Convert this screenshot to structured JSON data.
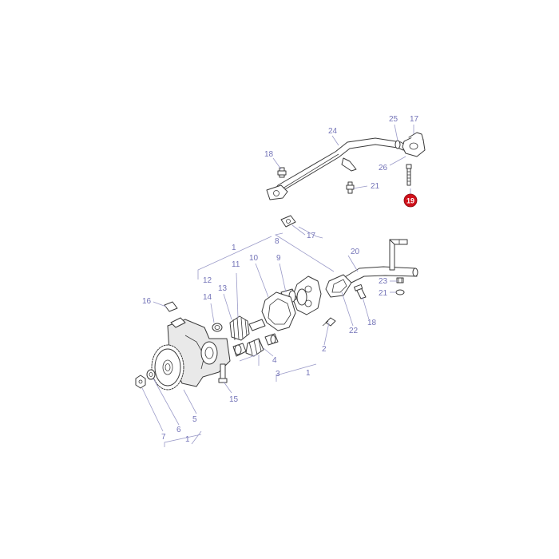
{
  "colors": {
    "label": "#7474b8",
    "leader": "#9a9ac8",
    "highlight": "#d0101a",
    "line": "#3a3a3a"
  },
  "callouts": {
    "c1_top": "1",
    "c1_mid": "1",
    "c1_bottom": "1",
    "c2": "2",
    "c3": "3",
    "c4": "4",
    "c5": "5",
    "c6": "6",
    "c7": "7",
    "c8": "8",
    "c9": "9",
    "c10": "10",
    "c11": "11",
    "c12": "12",
    "c13": "13",
    "c14": "14",
    "c15": "15",
    "c16": "16",
    "c17_top": "17",
    "c17_mid": "17",
    "c18_top": "18",
    "c18_right": "18",
    "c19": "19",
    "c20": "20",
    "c21_top": "21",
    "c21_right": "21",
    "c22": "22",
    "c23": "23",
    "c24": "24",
    "c25": "25",
    "c26": "26"
  },
  "highlighted_part": "19"
}
